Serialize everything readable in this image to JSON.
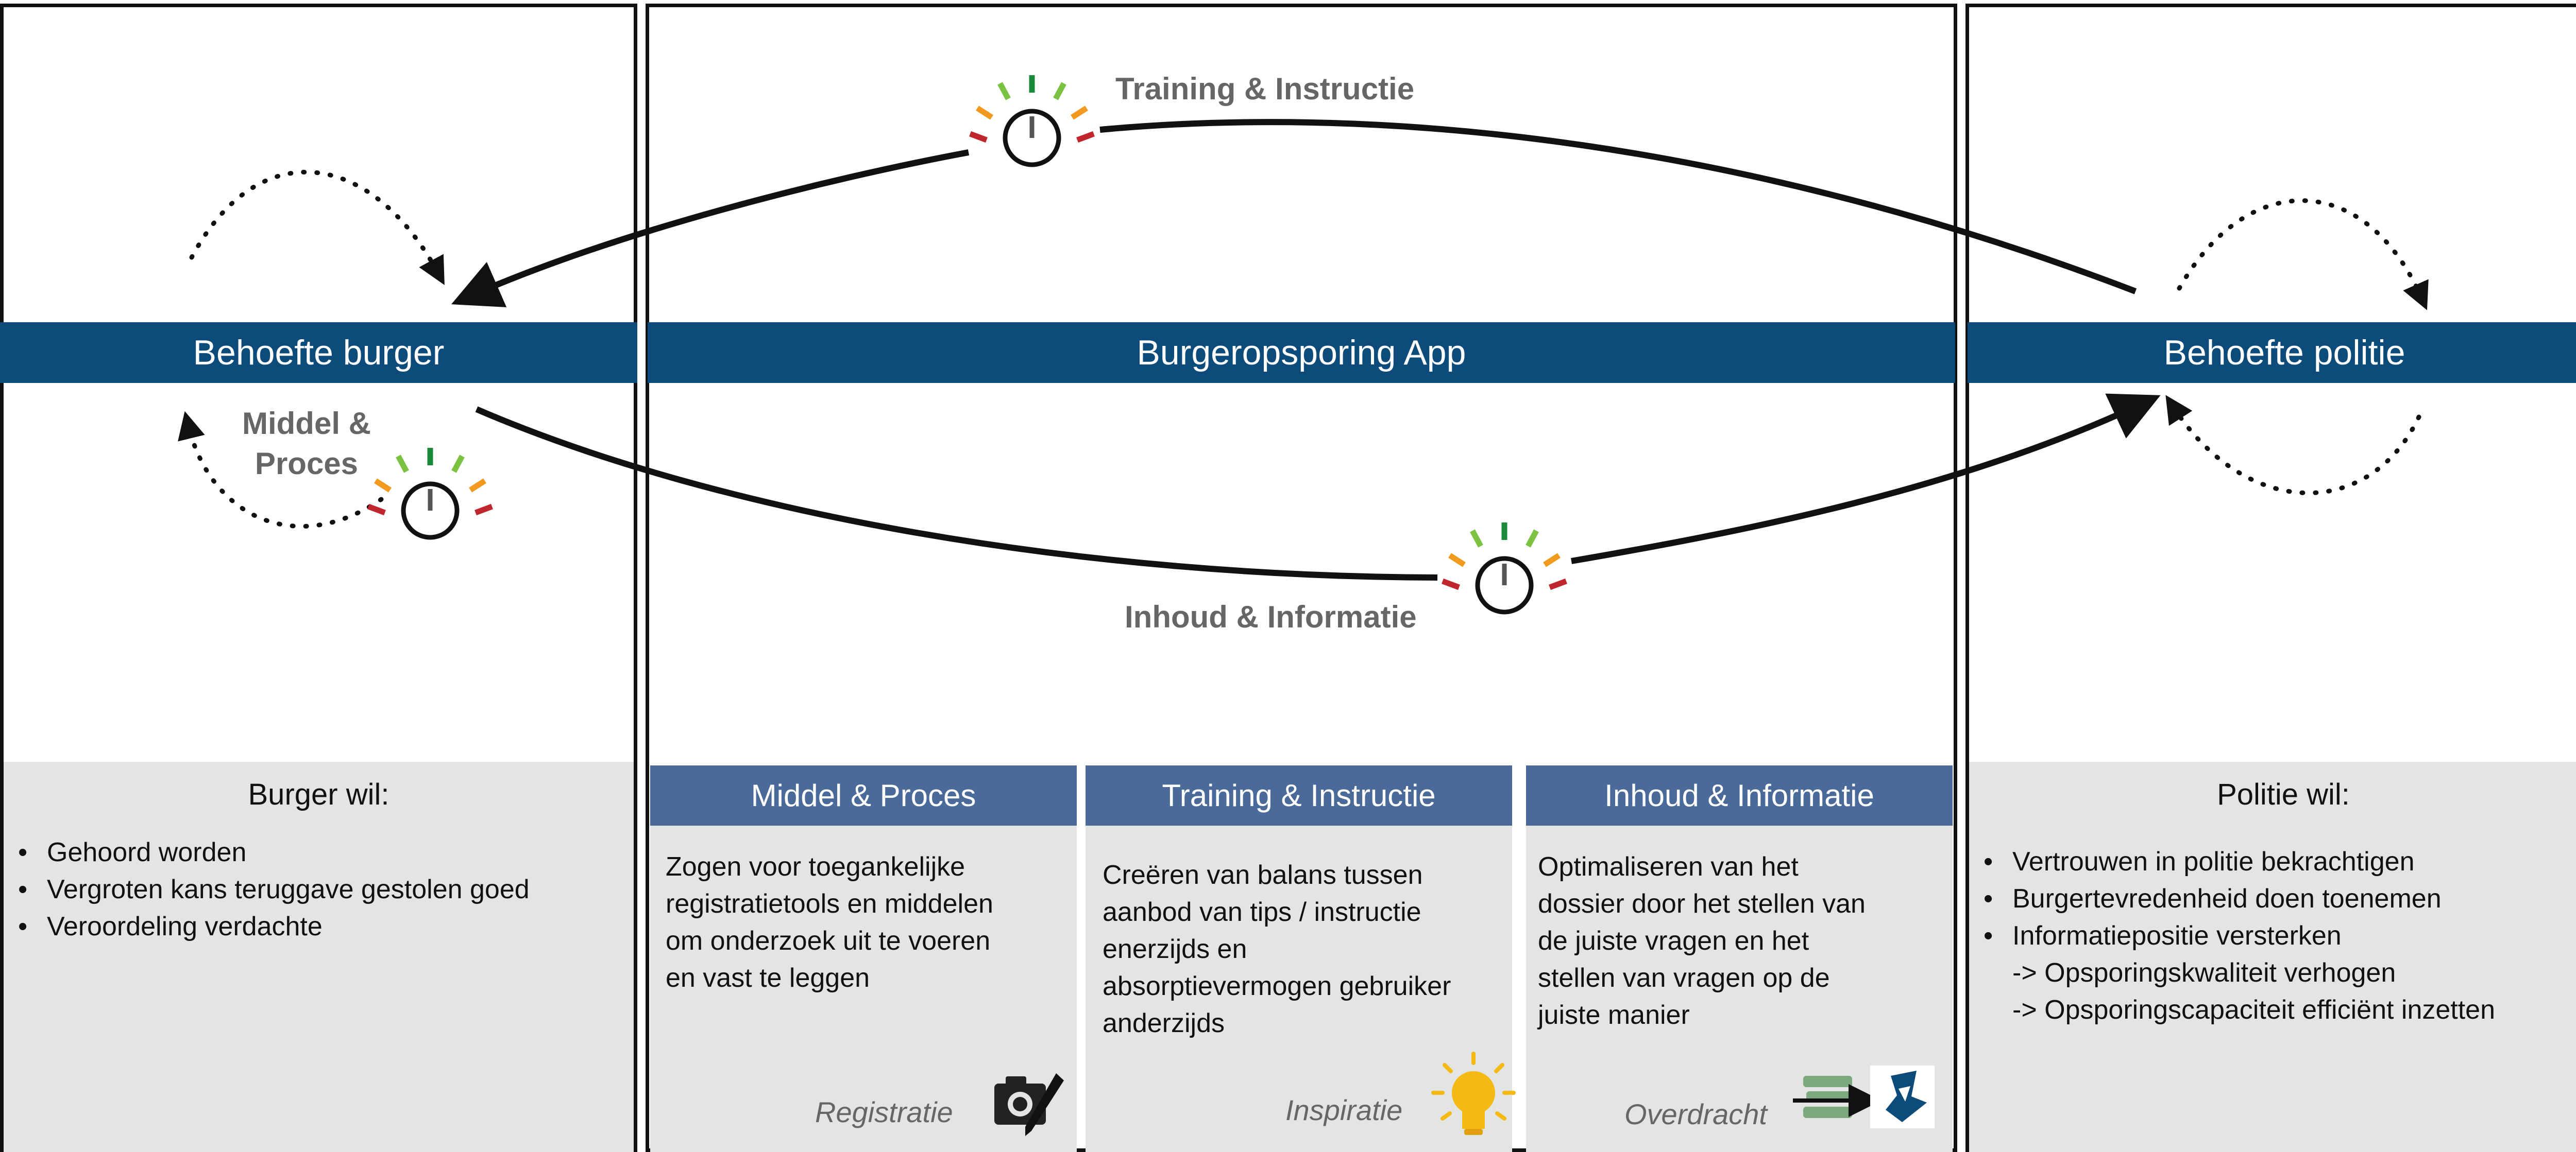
{
  "bands": {
    "left": "Behoefte burger",
    "center": "Burgeropsporing App",
    "right": "Behoefte politie"
  },
  "arrows": {
    "top_label": "Training & Instructie",
    "bottom_label": "Inhoud & Informatie",
    "left_label": "Middel &\nProces"
  },
  "burger": {
    "title": "Burger wil:",
    "items": [
      "Gehoord worden",
      "Vergroten kans teruggave gestolen goed",
      "Veroordeling verdachte"
    ]
  },
  "politie": {
    "title": "Politie wil:",
    "items": [
      "Vertrouwen in politie bekrachtigen",
      "Burgertevredenheid doen toenemen",
      "Informatiepositie versterken"
    ],
    "subitems": [
      "-> Opsporingskwaliteit verhogen",
      "-> Opsporingscapaciteit efficiënt inzetten"
    ]
  },
  "columns": [
    {
      "header": "Middel & Proces",
      "text": "Zogen voor toegankelijke\nregistratietools en middelen\nom onderzoek uit te voeren\nen vast te leggen",
      "tag": "Registratie",
      "icon": "camera-pen-icon"
    },
    {
      "header": "Training & Instructie",
      "text": "Creëren van balans tussen\naanbod van tips / instructie\nenerzijds en\nabsorptievermogen gebruiker\nanderzijds",
      "tag": "Inspiratie",
      "icon": "lightbulb-icon"
    },
    {
      "header": "Inhoud & Informatie",
      "text": "Optimaliseren van het\ndossier door het stellen van\nde juiste vragen en het\nstellen van vragen op de\njuiste manier",
      "tag": "Overdracht",
      "icon": "police-logo-icon"
    }
  ],
  "colors": {
    "band": "#0d4b7a",
    "subheader": "#4a6b9a",
    "gray_fill": "#e3e5e3",
    "gauge_green": "#1a8a3a",
    "gauge_lightgreen": "#7cc242",
    "gauge_orange": "#f29a1f",
    "gauge_red": "#c0262d"
  }
}
